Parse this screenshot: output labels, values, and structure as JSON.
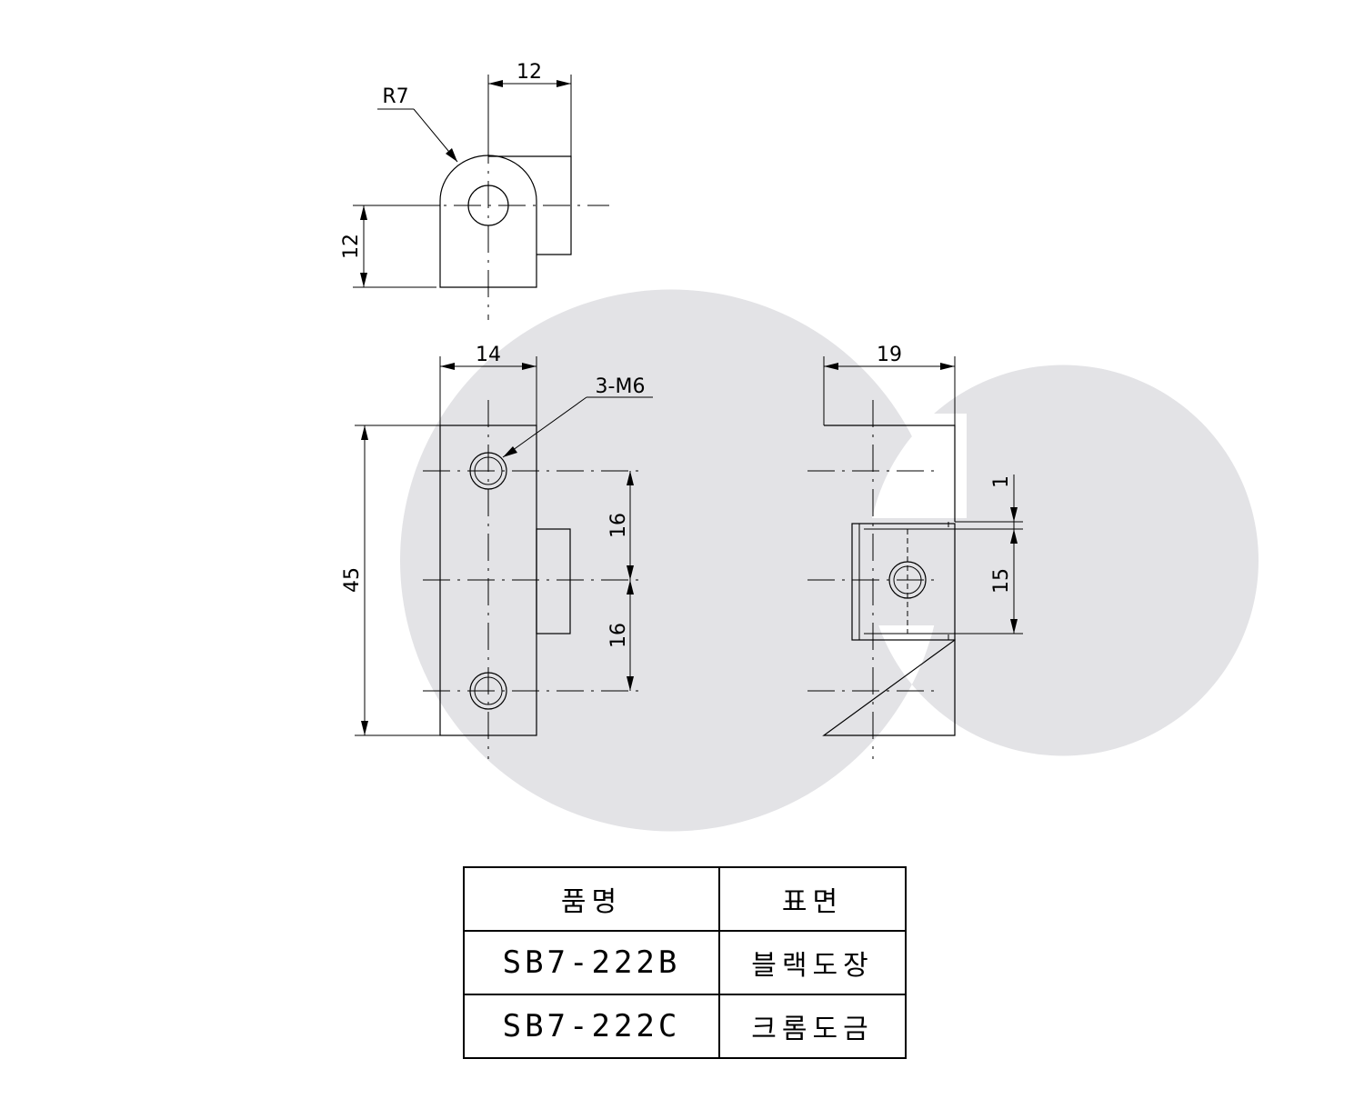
{
  "dimensions": {
    "top_width": "12",
    "radius": "R7",
    "top_height": "12",
    "front_width": "14",
    "hole_callout": "3-M6",
    "front_height": "45",
    "pitch_upper": "16",
    "pitch_lower": "16",
    "side_width": "19",
    "slot_offset": "1",
    "slot_height": "15"
  },
  "table": {
    "headers": [
      "품명",
      "표면"
    ],
    "rows": [
      {
        "code": "SB7-222B",
        "finish": "블랙도장"
      },
      {
        "code": "SB7-222C",
        "finish": "크롬도금"
      }
    ]
  }
}
